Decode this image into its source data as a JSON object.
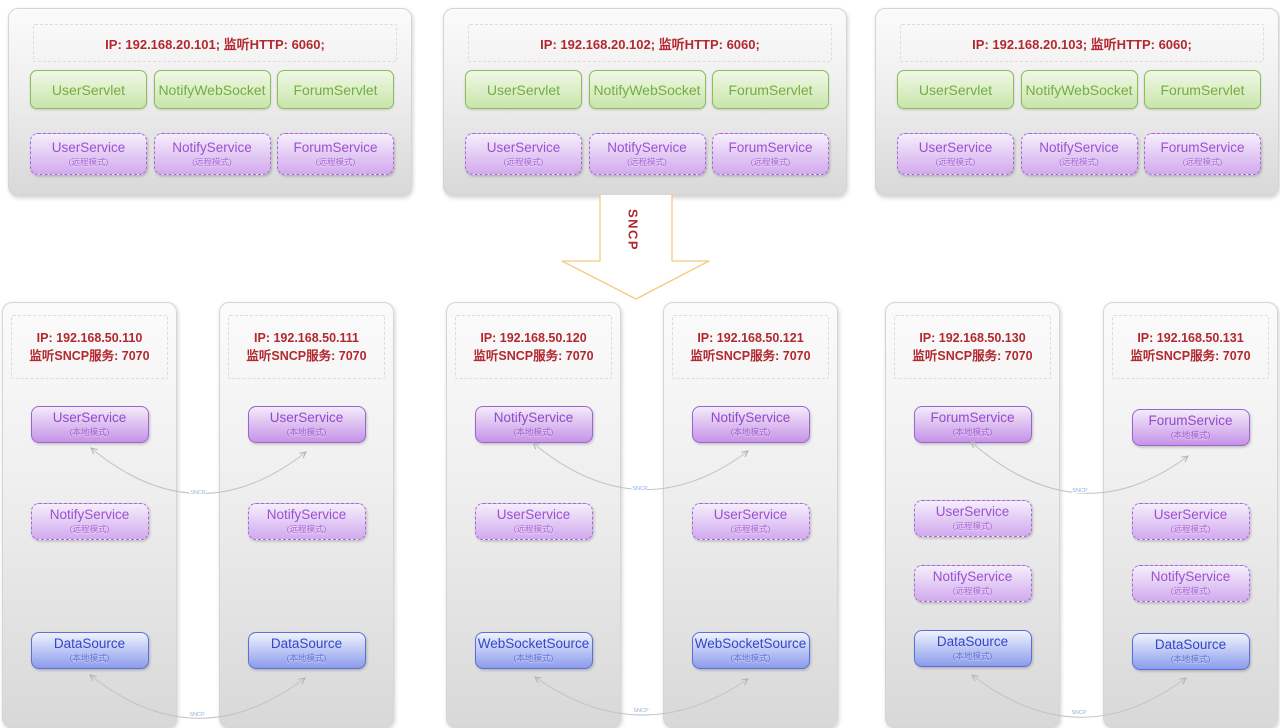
{
  "colors": {
    "title_red": "#b2282e",
    "servlet_green_text": "#74ad40",
    "servlet_green_border": "#89be59",
    "service_purple_text": "#9c50d0",
    "service_purple_border": "#a066d2",
    "source_blue_text": "#3347c8",
    "source_blue_border": "#5b6fd8",
    "arrow_gold": "#f2cc82",
    "connector_gray": "#c2c2c2",
    "connector_label_blue": "#8fb3dc"
  },
  "top_servers": [
    {
      "title": "IP: 192.168.20.101;  监听HTTP: 6060;",
      "servlets": [
        "UserServlet",
        "NotifyWebSocket",
        "ForumServlet"
      ],
      "services": [
        {
          "name": "UserService",
          "mode": "(远程模式)"
        },
        {
          "name": "NotifyService",
          "mode": "(远程模式)"
        },
        {
          "name": "ForumService",
          "mode": "(远程模式)"
        }
      ]
    },
    {
      "title": "IP: 192.168.20.102;  监听HTTP: 6060;",
      "servlets": [
        "UserServlet",
        "NotifyWebSocket",
        "ForumServlet"
      ],
      "services": [
        {
          "name": "UserService",
          "mode": "(远程模式)"
        },
        {
          "name": "NotifyService",
          "mode": "(远程模式)"
        },
        {
          "name": "ForumService",
          "mode": "(远程模式)"
        }
      ]
    },
    {
      "title": "IP: 192.168.20.103;  监听HTTP: 6060;",
      "servlets": [
        "UserServlet",
        "NotifyWebSocket",
        "ForumServlet"
      ],
      "services": [
        {
          "name": "UserService",
          "mode": "(远程模式)"
        },
        {
          "name": "NotifyService",
          "mode": "(远程模式)"
        },
        {
          "name": "ForumService",
          "mode": "(远程模式)"
        }
      ]
    }
  ],
  "sncp_arrow": {
    "label": "SNCP"
  },
  "connector": {
    "label": "SNCP"
  },
  "bottom_servers": [
    {
      "title_line1": "IP: 192.168.50.110",
      "title_line2": "监听SNCP服务: 7070",
      "services": [
        {
          "name": "UserService",
          "mode": "(本地模式)"
        },
        {
          "name": "NotifyService",
          "mode": "(远程模式)"
        },
        {
          "name": "DataSource",
          "mode": "(本地模式)"
        }
      ]
    },
    {
      "title_line1": "IP: 192.168.50.111",
      "title_line2": "监听SNCP服务: 7070",
      "services": [
        {
          "name": "UserService",
          "mode": "(本地模式)"
        },
        {
          "name": "NotifyService",
          "mode": "(远程模式)"
        },
        {
          "name": "DataSource",
          "mode": "(本地模式)"
        }
      ]
    },
    {
      "title_line1": "IP: 192.168.50.120",
      "title_line2": "监听SNCP服务: 7070",
      "services": [
        {
          "name": "NotifyService",
          "mode": "(本地模式)"
        },
        {
          "name": "UserService",
          "mode": "(远程模式)"
        },
        {
          "name": "WebSocketSource",
          "mode": "(本地模式)"
        }
      ]
    },
    {
      "title_line1": "IP: 192.168.50.121",
      "title_line2": "监听SNCP服务: 7070",
      "services": [
        {
          "name": "NotifyService",
          "mode": "(本地模式)"
        },
        {
          "name": "UserService",
          "mode": "(远程模式)"
        },
        {
          "name": "WebSocketSource",
          "mode": "(本地模式)"
        }
      ]
    },
    {
      "title_line1": "IP: 192.168.50.130",
      "title_line2": "监听SNCP服务: 7070",
      "services": [
        {
          "name": "ForumService",
          "mode": "(本地模式)"
        },
        {
          "name": "UserService",
          "mode": "(远程模式)"
        },
        {
          "name": "NotifyService",
          "mode": "(远程模式)"
        },
        {
          "name": "DataSource",
          "mode": "(本地模式)"
        }
      ]
    },
    {
      "title_line1": "IP: 192.168.50.131",
      "title_line2": "监听SNCP服务: 7070",
      "services": [
        {
          "name": "ForumService",
          "mode": "(本地模式)"
        },
        {
          "name": "UserService",
          "mode": "(远程模式)"
        },
        {
          "name": "NotifyService",
          "mode": "(远程模式)"
        },
        {
          "name": "DataSource",
          "mode": "(本地模式)"
        }
      ]
    }
  ]
}
